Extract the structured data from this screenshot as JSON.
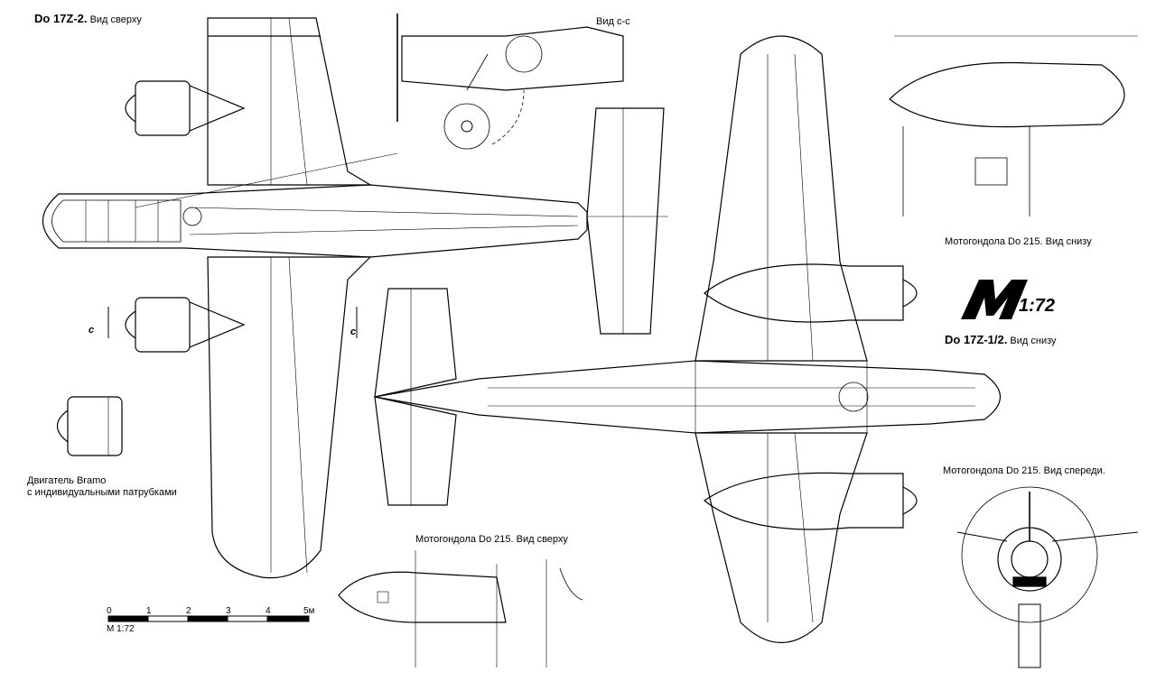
{
  "labels": {
    "top_view_model": "Do 17Z-2.",
    "top_view_caption": "Вид сверху",
    "section_view": "Вид с-с",
    "nacelle_bottom": "Мотогондола Do 215. Вид снизу",
    "bottom_view_model": "Do 17Z-1/2.",
    "bottom_view_caption": "Вид снизу",
    "nacelle_front": "Мотогондола Do 215. Вид спереди.",
    "nacelle_top": "Мотогондола Do 215. Вид сверху",
    "engine_line1": "Двигатель Bramo",
    "engine_line2": "с индивидуальными патрубками",
    "section_mark_left": "с",
    "section_mark_right": "с"
  },
  "logo": {
    "scale_text": "1:72"
  },
  "scale_bar": {
    "ticks": [
      "0",
      "1",
      "2",
      "3",
      "4",
      "5м"
    ],
    "caption": "М 1:72"
  }
}
